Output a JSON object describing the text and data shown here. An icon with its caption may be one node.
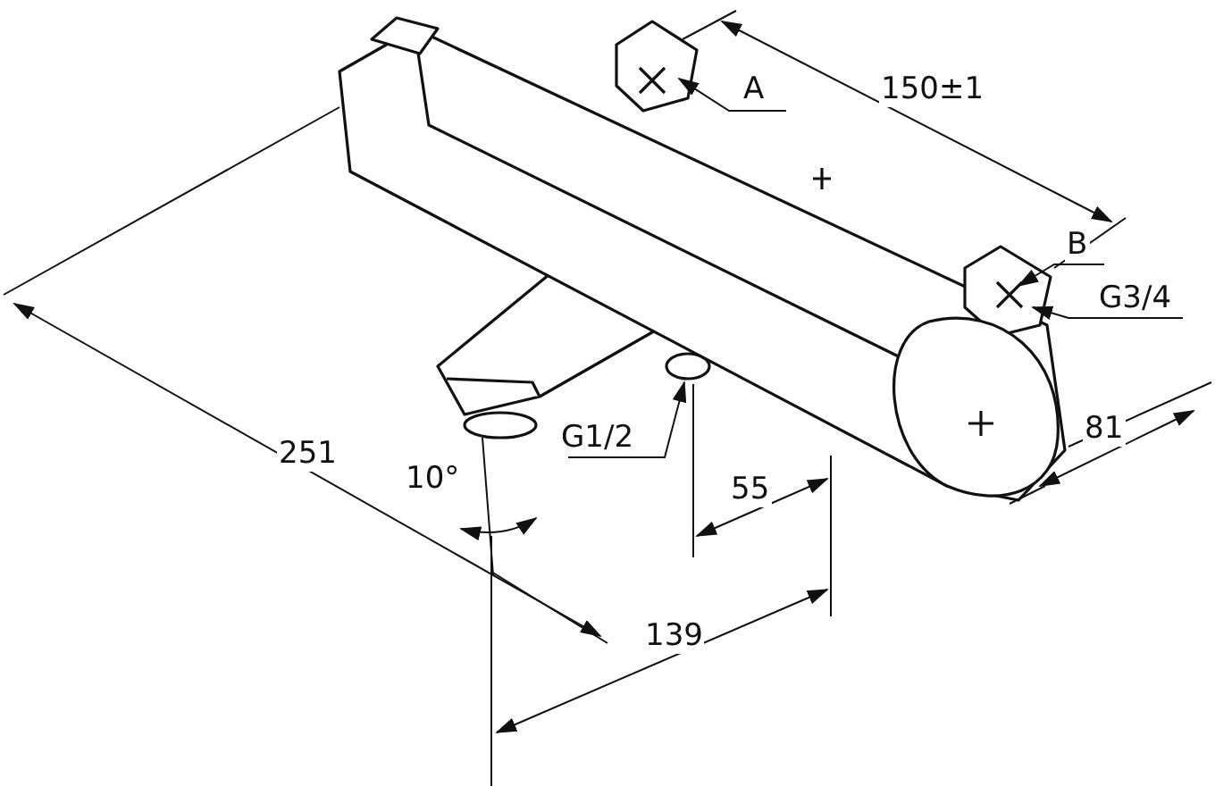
{
  "diagram": {
    "nodes": [
      {
        "text": [
          "A"
        ]
      },
      {
        "text": [
          "B"
        ]
      },
      {
        "text": [
          "G3/4"
        ]
      },
      {
        "text": [
          "G1/2"
        ]
      }
    ],
    "edges": [
      {
        "from": 0,
        "to": null,
        "arrow": "to"
      },
      {
        "from": 1,
        "to": null,
        "arrow": "to"
      },
      {
        "from": 2,
        "to": null,
        "arrow": "to"
      },
      {
        "from": 3,
        "to": null,
        "arrow": "to"
      }
    ],
    "labels": [
      "150±1",
      "81",
      "251",
      "10°",
      "55",
      "139"
    ]
  }
}
